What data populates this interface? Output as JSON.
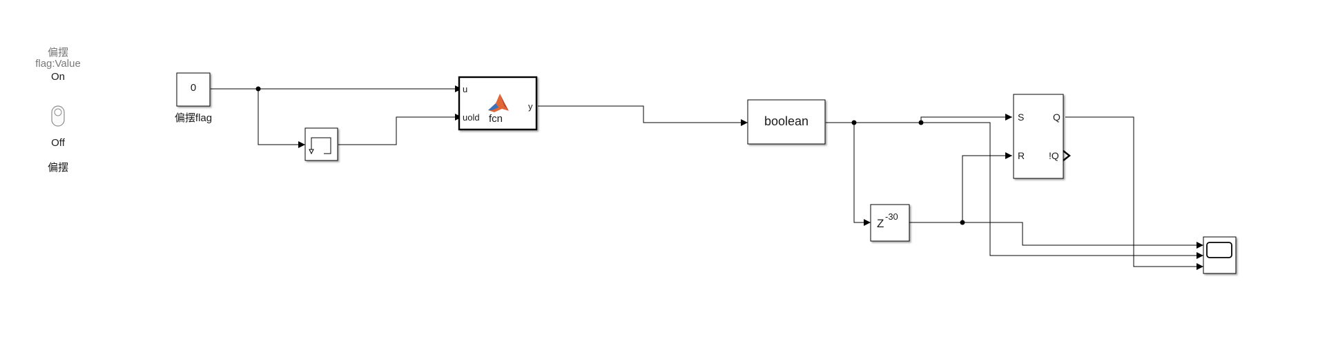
{
  "toggle": {
    "title_line1": "偏摆",
    "title_line2": "flag:Value",
    "on_label": "On",
    "off_label": "Off",
    "name": "偏摆"
  },
  "constant": {
    "value": "0",
    "name": "偏摆flag"
  },
  "fcn": {
    "in1": "u",
    "in2": "uold",
    "out": "y",
    "name": "fcn"
  },
  "convert": {
    "label": "boolean"
  },
  "delay": {
    "base": "Z",
    "exponent": "-30"
  },
  "srflipflop": {
    "s": "S",
    "r": "R",
    "q": "Q",
    "nq": "!Q"
  },
  "colors": {
    "line": "#000000",
    "block_border": "#000000",
    "matlab_orange": "#e16737",
    "matlab_blue": "#3b73b9"
  }
}
